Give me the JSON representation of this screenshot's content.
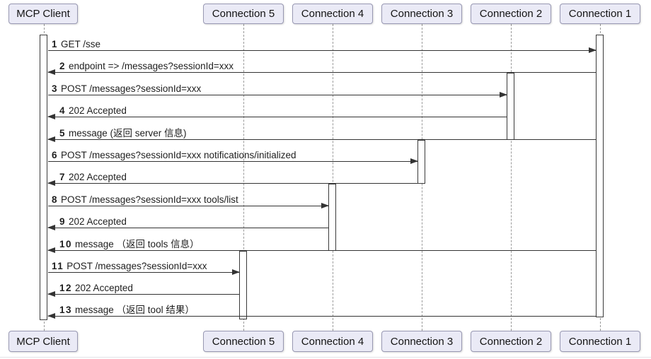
{
  "diagram": {
    "type": "sequence",
    "actors": [
      {
        "label": "MCP Client"
      },
      {
        "label": "Connection 5"
      },
      {
        "label": "Connection 4"
      },
      {
        "label": "Connection 3"
      },
      {
        "label": "Connection 2"
      },
      {
        "label": "Connection 1"
      }
    ],
    "messages": [
      {
        "num": "1",
        "label": "GET /sse",
        "from": "MCP Client",
        "to": "Connection 1"
      },
      {
        "num": "2",
        "label": "endpoint => /messages?sessionId=xxx",
        "from": "Connection 1",
        "to": "MCP Client"
      },
      {
        "num": "3",
        "label": "POST /messages?sessionId=xxx",
        "from": "MCP Client",
        "to": "Connection 2"
      },
      {
        "num": "4",
        "label": "202 Accepted",
        "from": "Connection 2",
        "to": "MCP Client"
      },
      {
        "num": "5",
        "label": "message (返回 server 信息)",
        "from": "Connection 1",
        "to": "MCP Client"
      },
      {
        "num": "6",
        "label": "POST /messages?sessionId=xxx notifications/initialized",
        "from": "MCP Client",
        "to": "Connection 3"
      },
      {
        "num": "7",
        "label": "202 Accepted",
        "from": "Connection 3",
        "to": "MCP Client"
      },
      {
        "num": "8",
        "label": "POST /messages?sessionId=xxx tools/list",
        "from": "MCP Client",
        "to": "Connection 4"
      },
      {
        "num": "9",
        "label": "202 Accepted",
        "from": "Connection 4",
        "to": "MCP Client"
      },
      {
        "num": "10",
        "label": "message （返回 tools 信息）",
        "from": "Connection 1",
        "to": "MCP Client"
      },
      {
        "num": "11",
        "label": "POST /messages?sessionId=xxx",
        "from": "MCP Client",
        "to": "Connection 5"
      },
      {
        "num": "12",
        "label": "202 Accepted",
        "from": "Connection 5",
        "to": "MCP Client"
      },
      {
        "num": "13",
        "label": "message （返回 tool 结果）",
        "from": "Connection 1",
        "to": "MCP Client"
      }
    ],
    "colors": {
      "actor_fill": "#EAEAF6",
      "actor_border": "#9898B2",
      "message_line": "#333333",
      "lifeline": "#9A9A9A",
      "background": "#FFFFFF"
    }
  }
}
